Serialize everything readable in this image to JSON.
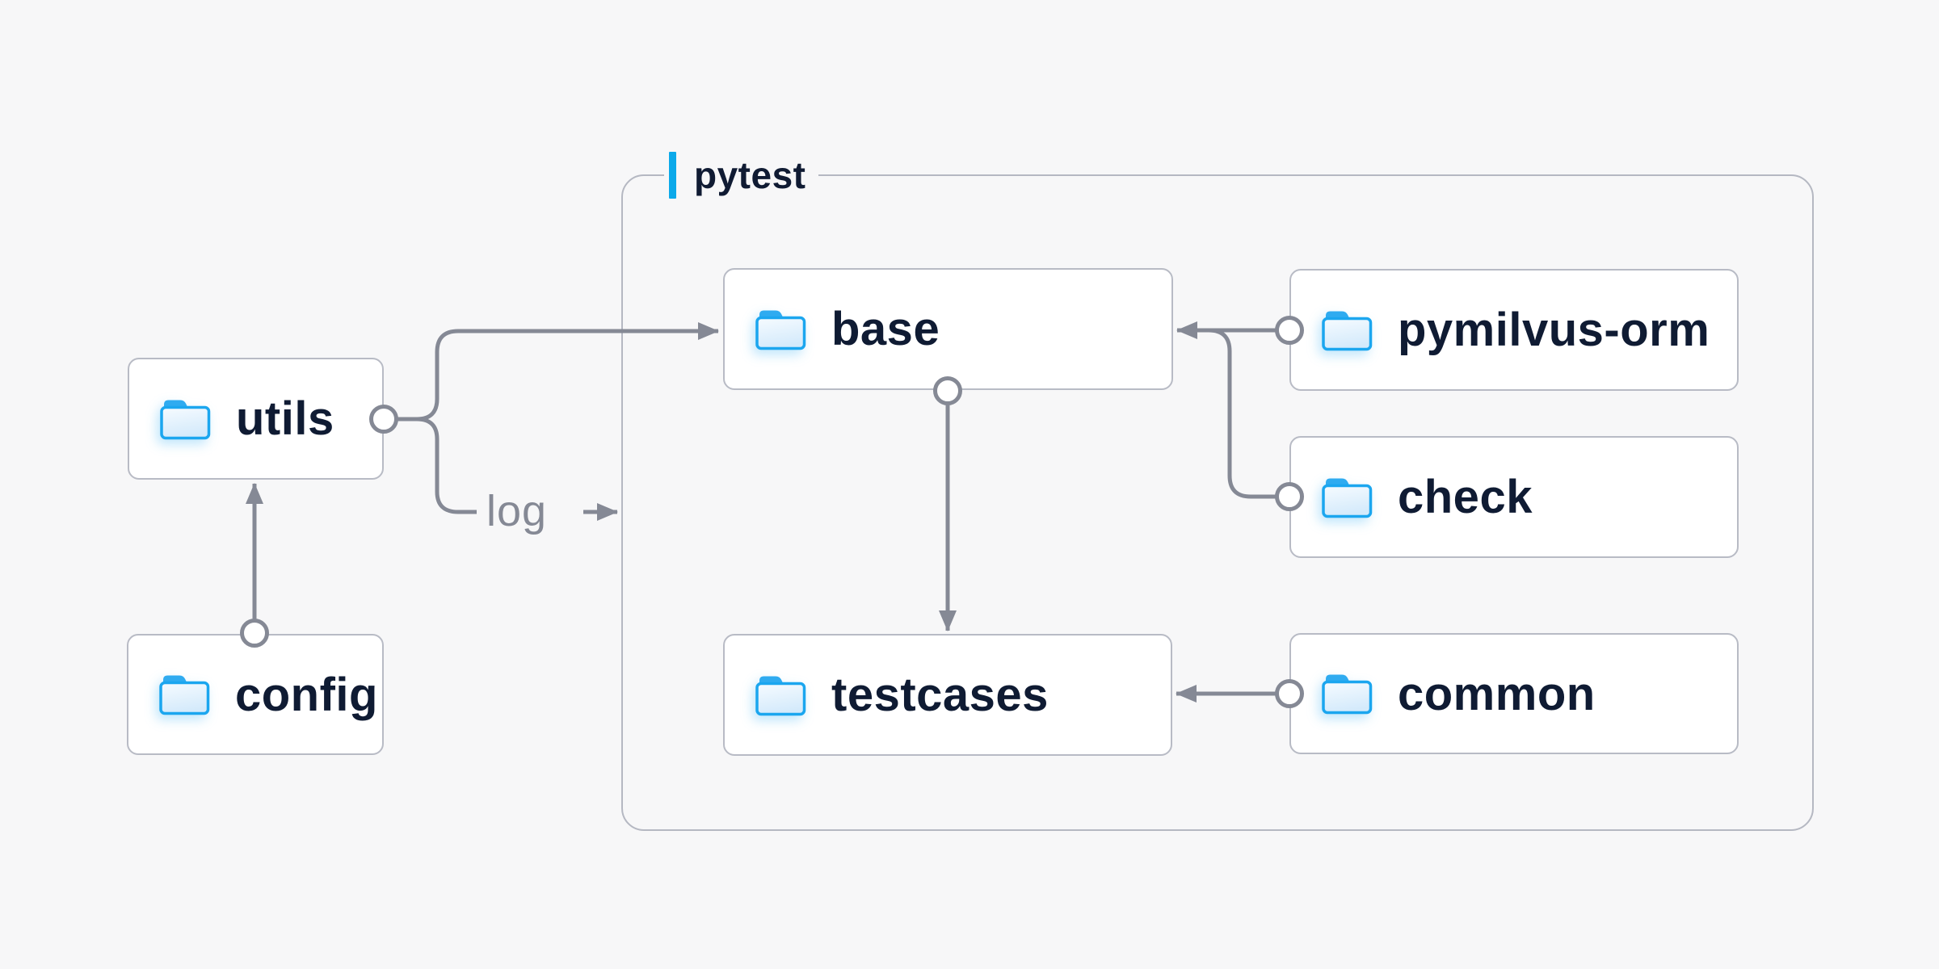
{
  "diagram": {
    "group": {
      "label": "pytest"
    },
    "edge_label": "log",
    "nodes": [
      {
        "id": "utils",
        "label": "utils",
        "icon": "folder-icon",
        "group": null
      },
      {
        "id": "config",
        "label": "config",
        "icon": "folder-icon",
        "group": null
      },
      {
        "id": "base",
        "label": "base",
        "icon": "folder-icon",
        "group": "pytest"
      },
      {
        "id": "testcases",
        "label": "testcases",
        "icon": "folder-icon",
        "group": "pytest"
      },
      {
        "id": "pymilvus-orm",
        "label": "pymilvus-orm",
        "icon": "folder-icon",
        "group": "pytest"
      },
      {
        "id": "check",
        "label": "check",
        "icon": "folder-icon",
        "group": "pytest"
      },
      {
        "id": "common",
        "label": "common",
        "icon": "folder-icon",
        "group": "pytest"
      }
    ],
    "edges": [
      {
        "from": "config",
        "to": "utils",
        "label": ""
      },
      {
        "from": "utils",
        "to": "base",
        "label": ""
      },
      {
        "from": "utils",
        "to": "log",
        "label": "log"
      },
      {
        "from": "base",
        "to": "testcases",
        "label": ""
      },
      {
        "from": "pymilvus-orm",
        "to": "base",
        "label": ""
      },
      {
        "from": "check",
        "to": "base",
        "label": ""
      },
      {
        "from": "common",
        "to": "testcases",
        "label": ""
      }
    ],
    "colors": {
      "background": "#f7f7f8",
      "node_fill": "#ffffff",
      "node_border": "#b8bbc5",
      "group_border": "#b5b8c2",
      "line": "#858995",
      "text": "#0f1b33",
      "edge_label_text": "#858995",
      "accent_blue": "#0ca9ea",
      "folder_blue": "#1ba6ef"
    }
  }
}
